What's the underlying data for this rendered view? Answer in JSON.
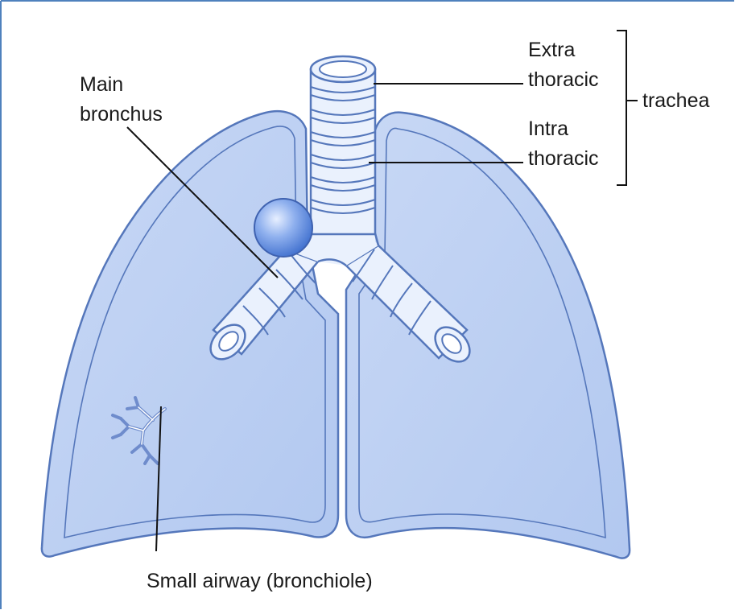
{
  "labels": {
    "main_bronchus_line1": "Main",
    "main_bronchus_line2": "bronchus",
    "extra_line1": "Extra",
    "extra_line2": "thoracic",
    "intra_line1": "Intra",
    "intra_line2": "thoracic",
    "trachea": "trachea",
    "small_airway": "Small airway (bronchiole)"
  },
  "colors": {
    "frame_border": "#4f81bd",
    "lung_fill": "#bcd0f2",
    "lung_outline": "#5577bb",
    "airway_fill": "#eaf1fd",
    "ball": "#6a93e0",
    "leader_line": "#111111"
  }
}
